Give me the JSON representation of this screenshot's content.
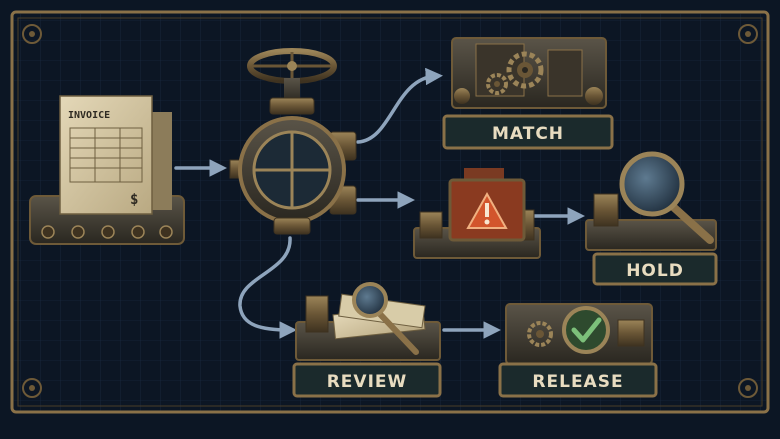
{
  "diagram": {
    "colors": {
      "background": "#0c1624",
      "frame": "#8a7148",
      "arrow": "#8ea4bc",
      "plate": "#1b2a2c",
      "plate_text": "#e8dcc0",
      "alert": "#d2552c",
      "ok": "#5aa45a"
    },
    "invoice": {
      "header": "INVOICE",
      "symbol": "$"
    },
    "nodes": {
      "match": "MATCH",
      "review": "REVIEW",
      "release": "RELEASE",
      "hold": "HOLD"
    },
    "icons": [
      "warning-icon",
      "checkmark-icon",
      "magnifier-icon",
      "gear-icon",
      "valve-icon"
    ]
  }
}
